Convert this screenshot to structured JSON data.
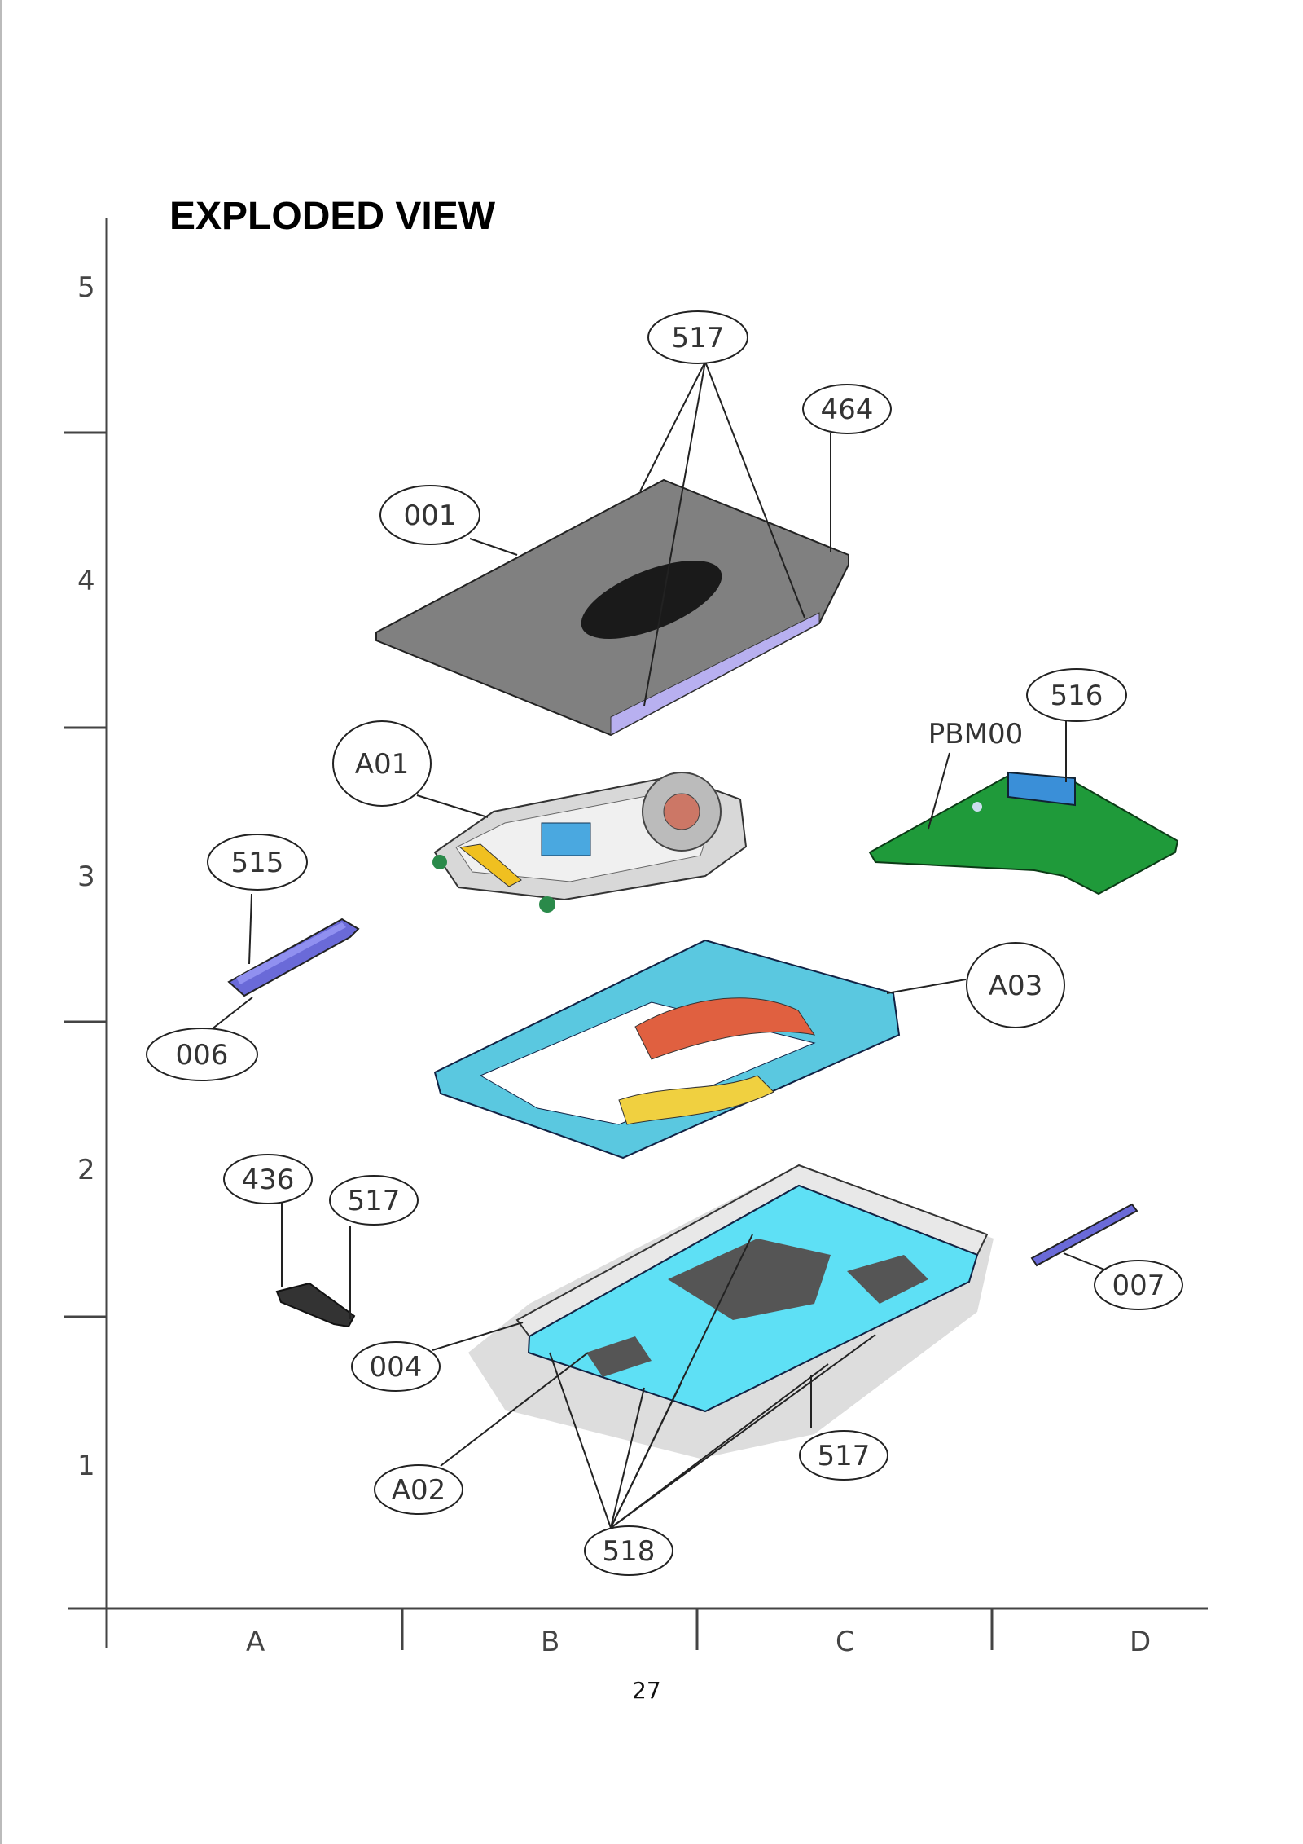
{
  "title": "EXPLODED VIEW",
  "page_number": "27",
  "grid": {
    "rows": [
      "5",
      "4",
      "3",
      "2",
      "1"
    ],
    "columns": [
      "A",
      "B",
      "C",
      "D"
    ]
  },
  "callouts": {
    "c517_top": "517",
    "c464": "464",
    "c001": "001",
    "c516": "516",
    "pbm00": "PBM00",
    "a01": "A01",
    "c515": "515",
    "a03": "A03",
    "c006": "006",
    "c436": "436",
    "c517_mid": "517",
    "c007": "007",
    "c004": "004",
    "c517_bottom": "517",
    "a02": "A02",
    "c518": "518"
  },
  "colors": {
    "cover": "#808080",
    "pcb": "#1f9a3a",
    "frame": "#5ac8e0",
    "tray": "#5ee0f5",
    "lavender": "#b8b0f0"
  }
}
